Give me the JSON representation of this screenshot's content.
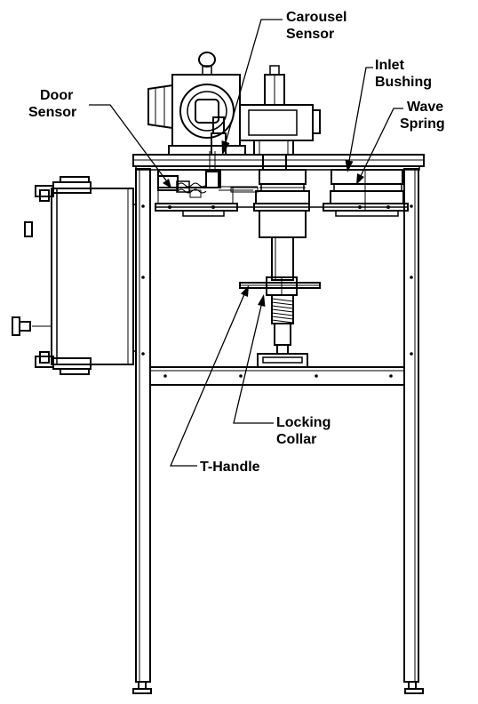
{
  "labels": {
    "carousel_sensor": [
      "Carousel",
      "Sensor"
    ],
    "inlet_bushing": [
      "Inlet",
      "Bushing"
    ],
    "door_sensor": [
      "Door",
      "Sensor"
    ],
    "wave_spring": [
      "Wave",
      "Spring"
    ],
    "locking_collar": [
      "Locking",
      "Collar"
    ],
    "t_handle": "T-Handle"
  }
}
